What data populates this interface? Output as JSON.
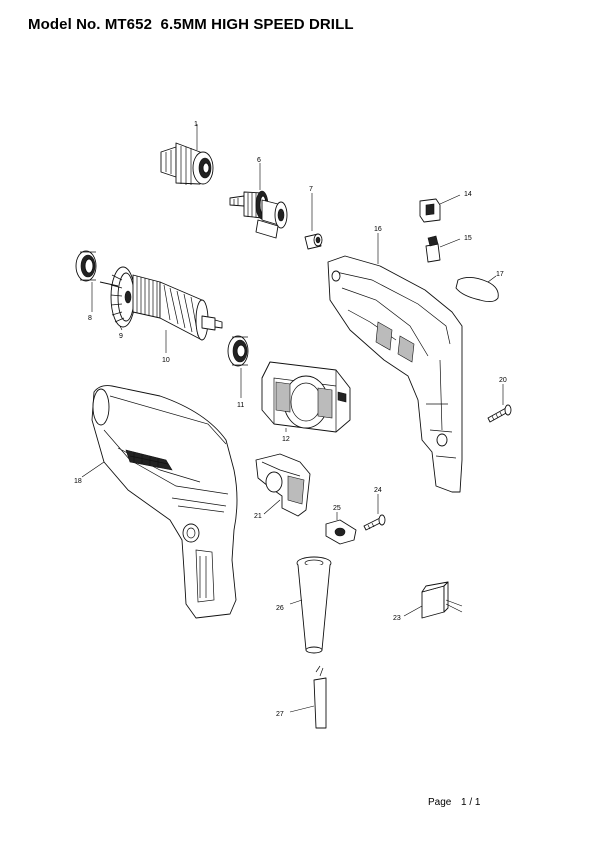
{
  "page": {
    "title": "Model No. MT652  6.5MM HIGH SPEED DRILL",
    "footer_label": "Page",
    "footer_page": "1 / 1"
  },
  "parts": [
    {
      "id": "1"
    },
    {
      "id": "6"
    },
    {
      "id": "7"
    },
    {
      "id": "8"
    },
    {
      "id": "9"
    },
    {
      "id": "10"
    },
    {
      "id": "11"
    },
    {
      "id": "12"
    },
    {
      "id": "14"
    },
    {
      "id": "15"
    },
    {
      "id": "16"
    },
    {
      "id": "17"
    },
    {
      "id": "18"
    },
    {
      "id": "20"
    },
    {
      "id": "21"
    },
    {
      "id": "23"
    },
    {
      "id": "24"
    },
    {
      "id": "25"
    },
    {
      "id": "26"
    },
    {
      "id": "27"
    }
  ]
}
